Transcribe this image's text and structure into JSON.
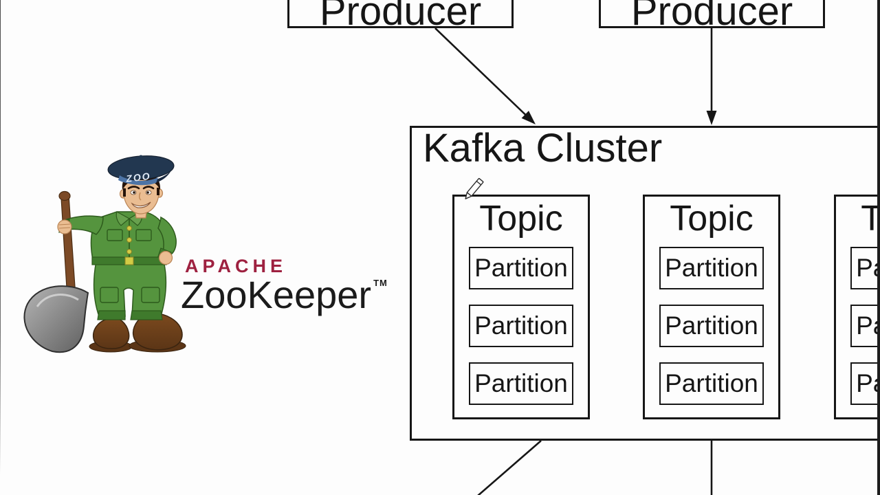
{
  "diagram": {
    "producers": [
      {
        "label": "Producer"
      },
      {
        "label": "Producer"
      }
    ],
    "cluster": {
      "title": "Kafka Cluster"
    },
    "topics": [
      {
        "label": "Topic",
        "partitions": [
          "Partition",
          "Partition",
          "Partition"
        ]
      },
      {
        "label": "Topic",
        "partitions": [
          "Partition",
          "Partition",
          "Partition"
        ]
      },
      {
        "label": "Topic",
        "partitions": [
          "Partition",
          "Partition",
          "Partition"
        ]
      }
    ]
  },
  "logo": {
    "brand_top": "APACHE",
    "brand_name": "ZooKeeper",
    "trademark": "TM",
    "hat_text": "ZOO"
  },
  "colors": {
    "ink": "#161616",
    "apache_red": "#9E2140",
    "brand_black": "#1b1b1b",
    "beret_navy": "#223750",
    "beret_band": "#1a2940",
    "band_light": "#4d74a6",
    "hat_text": "#dfe9f5",
    "uniform_green": "#55943e",
    "uniform_dark": "#3f7a2c",
    "uniform_light": "#68a14e",
    "skin": "#eabd92",
    "hair": "#241309",
    "boot_brown": "#7c4a1e",
    "boot_dark": "#5b3516",
    "wood": "#7c4a26",
    "blade_light": "#b5b5b5",
    "blade_dark": "#5f5f5f",
    "button_yellow": "#d3cb45"
  }
}
